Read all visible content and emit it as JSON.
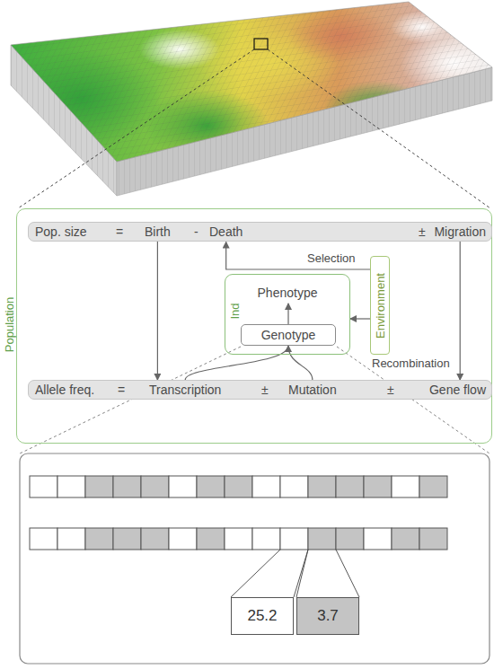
{
  "diagram": {
    "nodes": [
      {
        "text": [
          "Population"
        ]
      },
      {
        "text": [
          "Pop. size",
          "=",
          "Birth",
          "-",
          "Death",
          "±",
          "Migration"
        ],
        "in": 0
      },
      {
        "text": [
          "Ind",
          "Phenotype"
        ],
        "in": 0
      },
      {
        "text": [
          "Genotype"
        ],
        "in": 2
      },
      {
        "text": [
          "Environment"
        ],
        "in": 0
      },
      {
        "text": [
          "Allele freq.",
          "=",
          "Transcription",
          "±",
          "Mutation",
          "±",
          "Gene flow"
        ],
        "in": 0
      },
      {
        "text": [
          "25.2"
        ]
      },
      {
        "text": [
          "3.7"
        ]
      }
    ],
    "edges": [
      {
        "from": 4,
        "to": 1,
        "arrow": "to",
        "label": "Selection"
      },
      {
        "from": 1,
        "to": 5,
        "arrow": "to"
      },
      {
        "from": 1,
        "to": 5,
        "arrow": "to"
      },
      {
        "from": 5,
        "to": 3,
        "arrow": "to",
        "label": "Recombination"
      },
      {
        "from": 4,
        "to": 2,
        "arrow": "to"
      }
    ]
  }
}
